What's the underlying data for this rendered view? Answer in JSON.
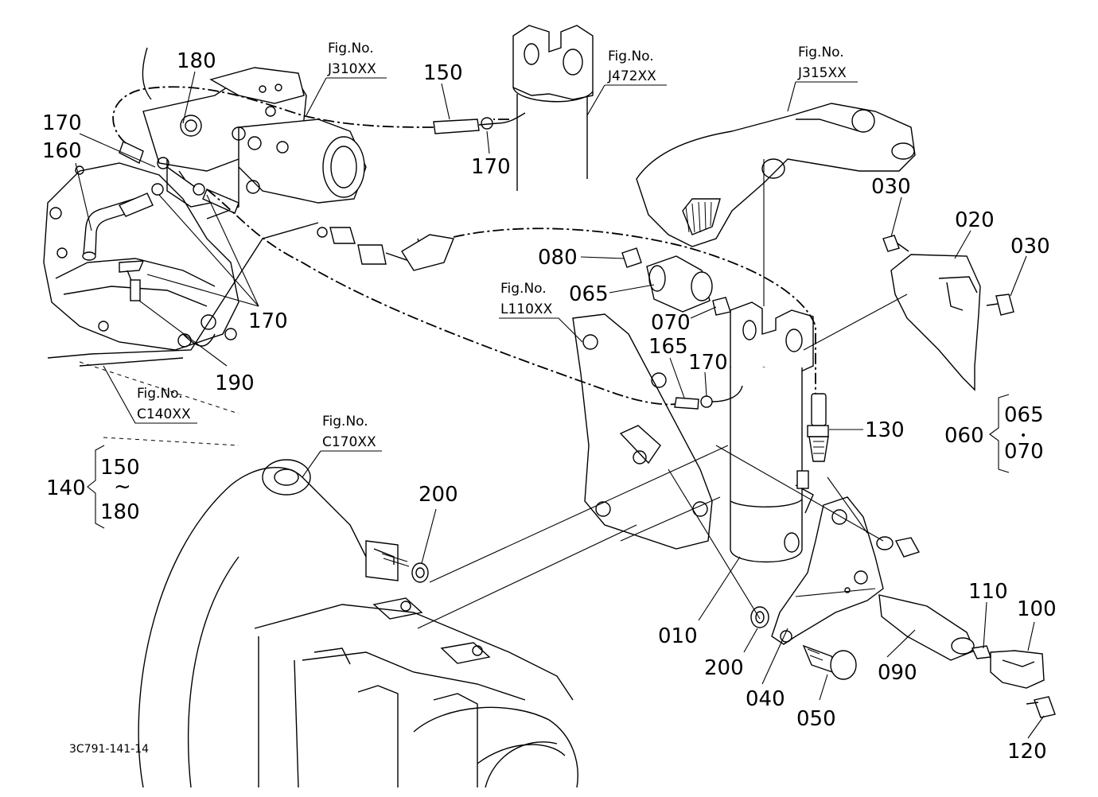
{
  "drawing_code": "3C791-141-14",
  "fig_refs": [
    {
      "id": "j310",
      "prefix": "Fig.No.",
      "code": "J310XX"
    },
    {
      "id": "j472",
      "prefix": "Fig.No.",
      "code": "J472XX"
    },
    {
      "id": "j315",
      "prefix": "Fig.No.",
      "code": "J315XX"
    },
    {
      "id": "l110",
      "prefix": "Fig.No.",
      "code": "L110XX"
    },
    {
      "id": "c140",
      "prefix": "Fig.No.",
      "code": "C140XX"
    },
    {
      "id": "c170",
      "prefix": "Fig.No.",
      "code": "C170XX"
    }
  ],
  "parts": [
    {
      "id": "p180",
      "label": "180"
    },
    {
      "id": "p150",
      "label": "150"
    },
    {
      "id": "p170a",
      "label": "170"
    },
    {
      "id": "p170b",
      "label": "170"
    },
    {
      "id": "p160",
      "label": "160"
    },
    {
      "id": "p170c",
      "label": "170"
    },
    {
      "id": "p190",
      "label": "190"
    },
    {
      "id": "p030a",
      "label": "030"
    },
    {
      "id": "p020",
      "label": "020"
    },
    {
      "id": "p030b",
      "label": "030"
    },
    {
      "id": "p080",
      "label": "080"
    },
    {
      "id": "p065",
      "label": "065"
    },
    {
      "id": "p070",
      "label": "070"
    },
    {
      "id": "p165",
      "label": "165"
    },
    {
      "id": "p170d",
      "label": "170"
    },
    {
      "id": "p130",
      "label": "130"
    },
    {
      "id": "p200a",
      "label": "200"
    },
    {
      "id": "p010",
      "label": "010"
    },
    {
      "id": "p200b",
      "label": "200"
    },
    {
      "id": "p040",
      "label": "040"
    },
    {
      "id": "p050",
      "label": "050"
    },
    {
      "id": "p090",
      "label": "090"
    },
    {
      "id": "p110",
      "label": "110"
    },
    {
      "id": "p100",
      "label": "100"
    },
    {
      "id": "p120",
      "label": "120"
    }
  ],
  "group_060": {
    "label": "060",
    "top": "065",
    "sep": "•",
    "bottom": "070"
  },
  "group_140": {
    "label": "140",
    "top": "150",
    "sep": "~",
    "bottom": "180"
  }
}
